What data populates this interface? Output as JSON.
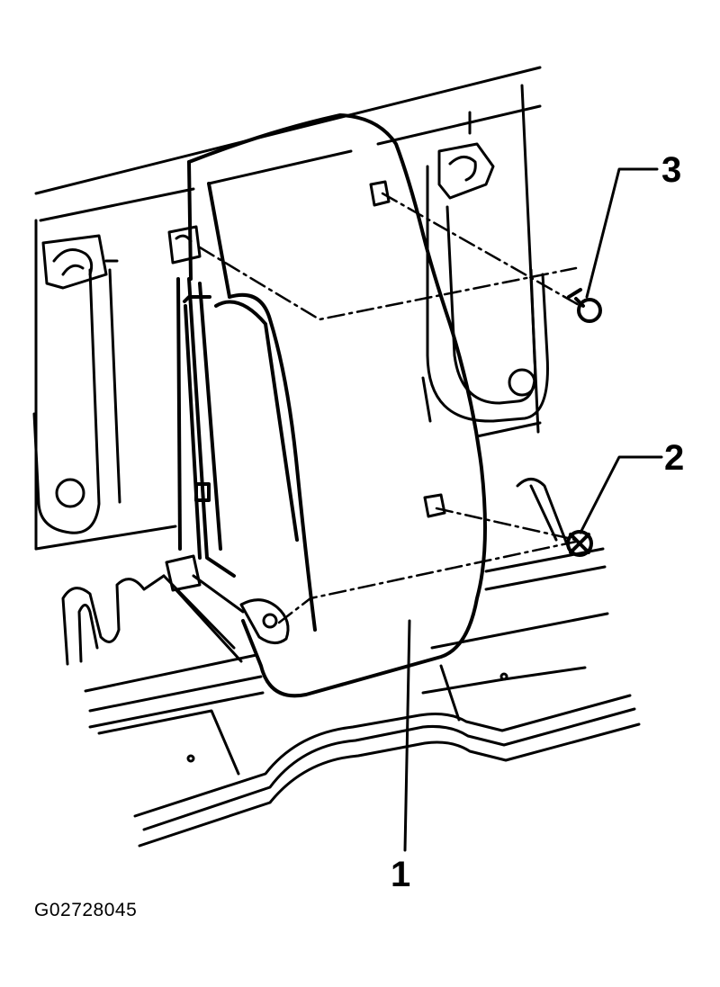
{
  "callouts": {
    "label_1": "1",
    "label_2": "2",
    "label_3": "3"
  },
  "figure_id": "G02728045",
  "colors": {
    "ink": "#000000",
    "background": "#ffffff"
  }
}
